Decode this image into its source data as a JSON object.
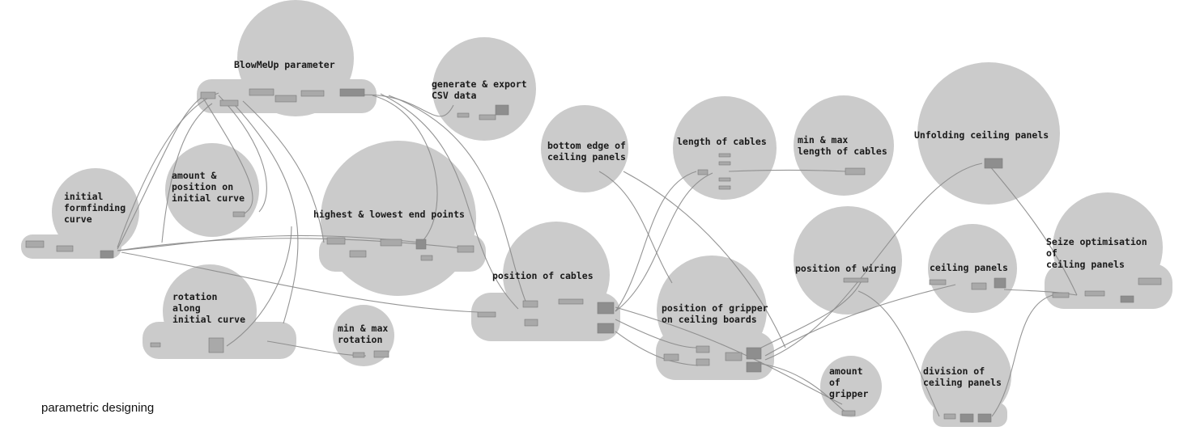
{
  "caption": "parametric designing",
  "groups": {
    "blowmeup": "BlowMeUp parameter",
    "csv": "generate & export\nCSV data",
    "bottom_edge": "bottom edge of\nceiling panels",
    "length_cables": "length of cables",
    "minmax_length": "min & max\nlength of cables",
    "unfolding": "Unfolding ceiling panels",
    "amount_position": "amount &\nposition on\ninitial curve",
    "initial": "initial\nformfinding\ncurve",
    "highest_lowest": "highest & lowest end points",
    "position_cables": "position of cables",
    "position_wiring": "position of wiring",
    "ceiling_panels": "ceiling panels",
    "seize": "Seize optimisation\nof\nceiling panels",
    "rotation": "rotation\nalong\ninitial curve",
    "minmax_rotation": "min & max\nrotation",
    "gripper_position": "position of gripper\non ceiling boards",
    "amount_gripper": "amount\nof\ngripper",
    "division": "division of\nceiling panels"
  },
  "colors": {
    "group_fill": "#cbcbcb",
    "wire": "#8a8a8a",
    "component": "#a9a9a9"
  }
}
